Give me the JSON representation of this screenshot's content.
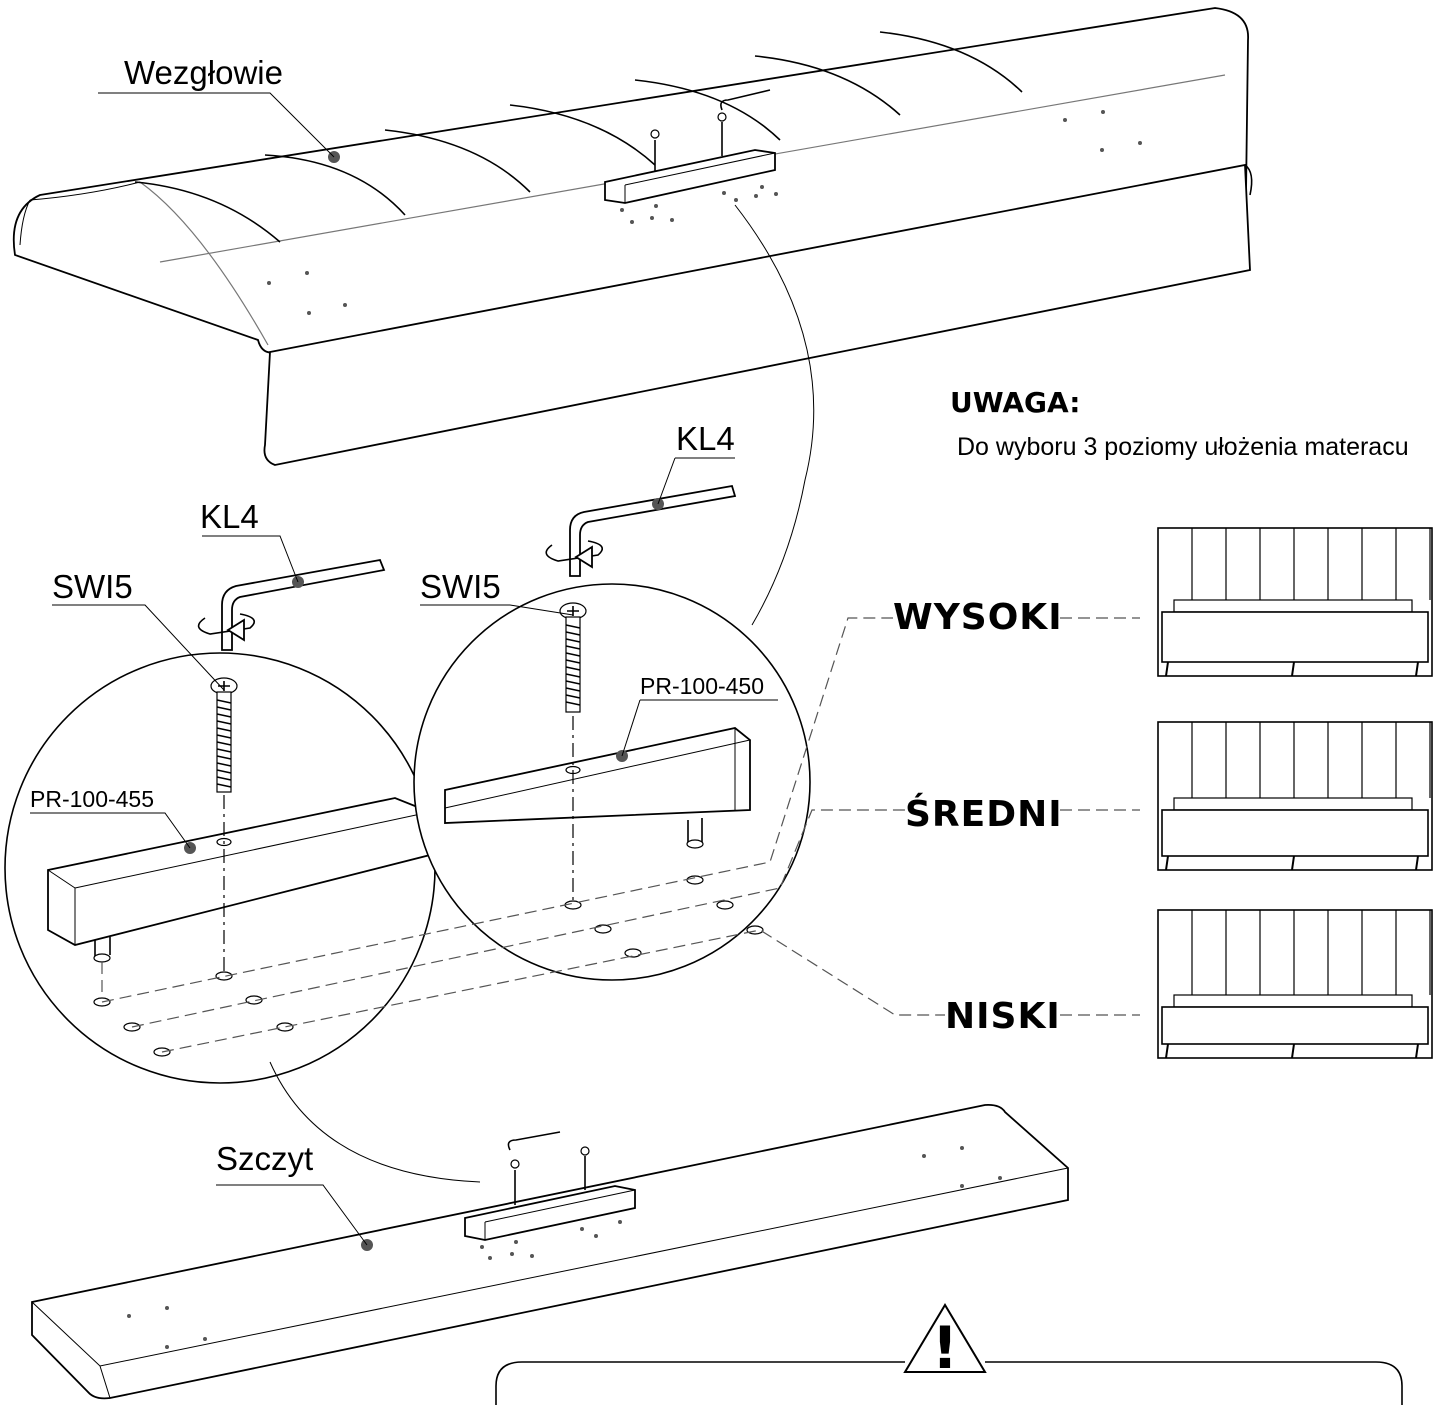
{
  "labels": {
    "headboard": "Wezgłowie",
    "footboard": "Szczyt",
    "key_left": "KL4",
    "key_right": "KL4",
    "screw_left": "SWI5",
    "screw_right": "SWI5",
    "rail_left": "PR-100-455",
    "rail_right": "PR-100-450"
  },
  "note": {
    "title": "UWAGA:",
    "text": "Do wyboru 3 poziomy ułożenia materacu"
  },
  "levels": [
    {
      "label": "WYSOKI"
    },
    {
      "label": "ŚREDNI"
    },
    {
      "label": "NISKI"
    }
  ],
  "warning": {
    "symbol": "!"
  },
  "icons": {
    "rotate": "rotate-arrow-icon",
    "warning": "warning-triangle-icon"
  },
  "colors": {
    "line": "#000000",
    "background": "#ffffff",
    "dash": "#555555"
  }
}
